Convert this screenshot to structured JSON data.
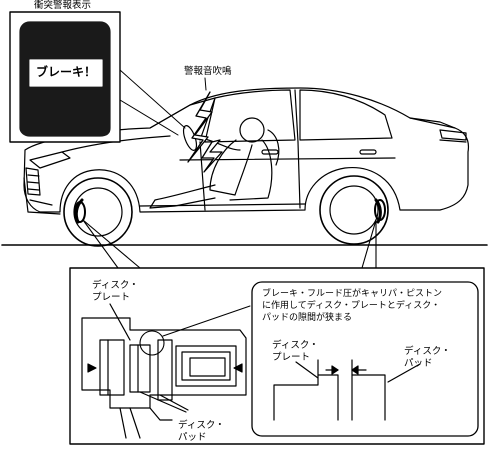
{
  "labels": {
    "collision_warning_display": "衝突警報表示",
    "display_text": "ブレーキ！",
    "warning_sound": "警報音吹鳴",
    "disc_plate_left_1": "ディスク・",
    "disc_plate_left_2": "プレート",
    "disc_pad_bottom_1": "ディスク・",
    "disc_pad_bottom_2": "パッド",
    "callout_line_1": "ブレーキ・フルード圧がキャリパ・ピストン",
    "callout_line_2": "に作用してディスク・プレートとディスク・",
    "callout_line_3": "パッドの隙間が狭まる",
    "detail_disc_plate_1": "ディスク・",
    "detail_disc_plate_2": "プレート",
    "detail_disc_pad_1": "ディスク・",
    "detail_disc_pad_2": "パッド"
  },
  "colors": {
    "line": "#000000",
    "display_fill": "#1a1a1a",
    "background": "#ffffff"
  },
  "icons": [
    "lightning-bolt-icon",
    "arrow-right-icon",
    "arrow-left-icon"
  ]
}
